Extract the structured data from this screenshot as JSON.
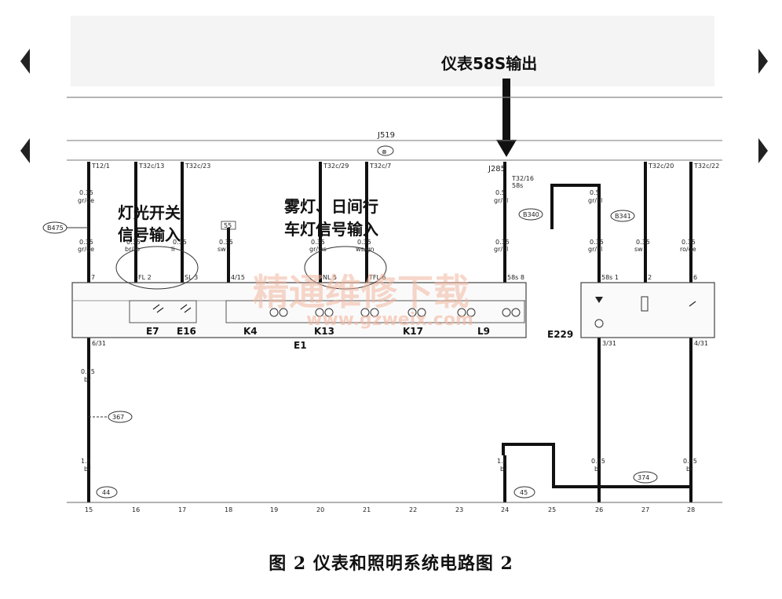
{
  "header_label": "仪表58S输出",
  "module": {
    "label": "J519",
    "ground_symbol": "⊗"
  },
  "j285": {
    "label": "J285",
    "pin": "T32/16",
    "signal": "58s"
  },
  "annotations": {
    "light_switch": [
      "灯光开关",
      "信号输入"
    ],
    "fog_drl": [
      "雾灯、日间行",
      "车灯信号输入"
    ]
  },
  "connectors_top": [
    {
      "col": "15",
      "text": "T12/1"
    },
    {
      "col": "16",
      "text": "T32c/13"
    },
    {
      "col": "17",
      "text": "T32c/23"
    },
    {
      "col": "20",
      "text": "T32c/29"
    },
    {
      "col": "21",
      "text": "T32c/7"
    },
    {
      "col": "27",
      "text": "T32c/20"
    },
    {
      "col": "28",
      "text": "T32c/22"
    }
  ],
  "wires_upper": [
    {
      "col": "15",
      "size": "0.35",
      "color": "gr/ge"
    },
    {
      "col": "24",
      "size": "0.5",
      "color": "gr/bl"
    },
    {
      "col": "26",
      "size": "0.5",
      "color": "gr/bl"
    }
  ],
  "wires_mid": [
    {
      "col": "15",
      "size": "0.35",
      "color": "gr/ge"
    },
    {
      "col": "16",
      "size": "0.35",
      "color": "br/ro"
    },
    {
      "col": "17",
      "size": "0.35",
      "color": "li"
    },
    {
      "col": "18",
      "size": "0.35",
      "color": "sw"
    },
    {
      "col": "20",
      "size": "0.35",
      "color": "gr/ws"
    },
    {
      "col": "21",
      "size": "0.35",
      "color": "ws/gn"
    },
    {
      "col": "24",
      "size": "0.35",
      "color": "gr/bl"
    },
    {
      "col": "26",
      "size": "0.35",
      "color": "gr/bl"
    },
    {
      "col": "27",
      "size": "0.35",
      "color": "sw"
    },
    {
      "col": "28",
      "size": "0.35",
      "color": "ro/ge"
    }
  ],
  "splices": [
    "B475",
    "B340",
    "B341",
    "367",
    "374"
  ],
  "grounds": [
    "44",
    "45"
  ],
  "pins_e1": [
    {
      "col": "15",
      "text": "7"
    },
    {
      "col": "16",
      "text": "FL 2"
    },
    {
      "col": "17",
      "text": "SL 3"
    },
    {
      "col": "18",
      "text": "4/15"
    },
    {
      "col": "20",
      "text": "NL 5"
    },
    {
      "col": "21",
      "text": "TFL 6"
    },
    {
      "col": "24",
      "text": "58s 8"
    },
    {
      "col": "26",
      "text": "58s 1"
    },
    {
      "col": "27",
      "text": "2"
    },
    {
      "col": "28",
      "text": "6"
    }
  ],
  "components": {
    "e7": "E7",
    "e16": "E16",
    "k4": "K4",
    "k13": "K13",
    "k17": "K17",
    "l9": "L9",
    "e1": "E1",
    "e229": "E229"
  },
  "lower_pins": [
    {
      "col": "15",
      "text": "6/31"
    },
    {
      "col": "26",
      "text": "3/31"
    },
    {
      "col": "28",
      "text": "4/31"
    }
  ],
  "wires_lower": [
    {
      "col": "15",
      "size": "0.35",
      "color": "br"
    },
    {
      "col": "15b",
      "size": "1.5",
      "color": "br"
    },
    {
      "col": "24",
      "size": "1.5",
      "color": "br"
    },
    {
      "col": "26",
      "size": "0.35",
      "color": "br"
    },
    {
      "col": "28",
      "size": "0.35",
      "color": "br"
    }
  ],
  "small_tag": "55",
  "columns": [
    "15",
    "16",
    "17",
    "18",
    "19",
    "20",
    "21",
    "22",
    "23",
    "24",
    "25",
    "26",
    "27",
    "28"
  ],
  "watermark": {
    "cn": "精通维修下载",
    "url": "www.gzweix.com"
  },
  "caption": "图 2   仪表和照明系统电路图 2"
}
